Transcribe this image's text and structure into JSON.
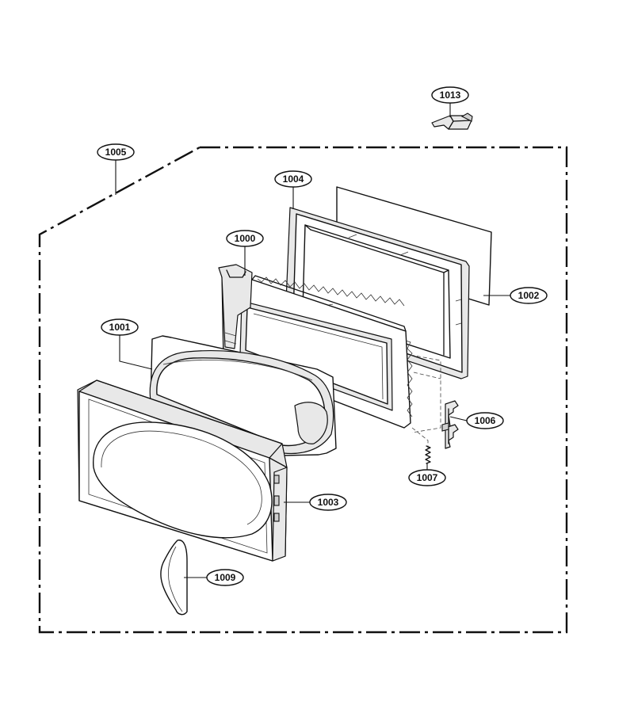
{
  "callouts": [
    {
      "id": "1013",
      "label": "1013"
    },
    {
      "id": "1005",
      "label": "1005"
    },
    {
      "id": "1004",
      "label": "1004"
    },
    {
      "id": "1000",
      "label": "1000"
    },
    {
      "id": "1002",
      "label": "1002"
    },
    {
      "id": "1001",
      "label": "1001"
    },
    {
      "id": "1006",
      "label": "1006"
    },
    {
      "id": "1007",
      "label": "1007"
    },
    {
      "id": "1003",
      "label": "1003"
    },
    {
      "id": "1009",
      "label": "1009"
    }
  ]
}
